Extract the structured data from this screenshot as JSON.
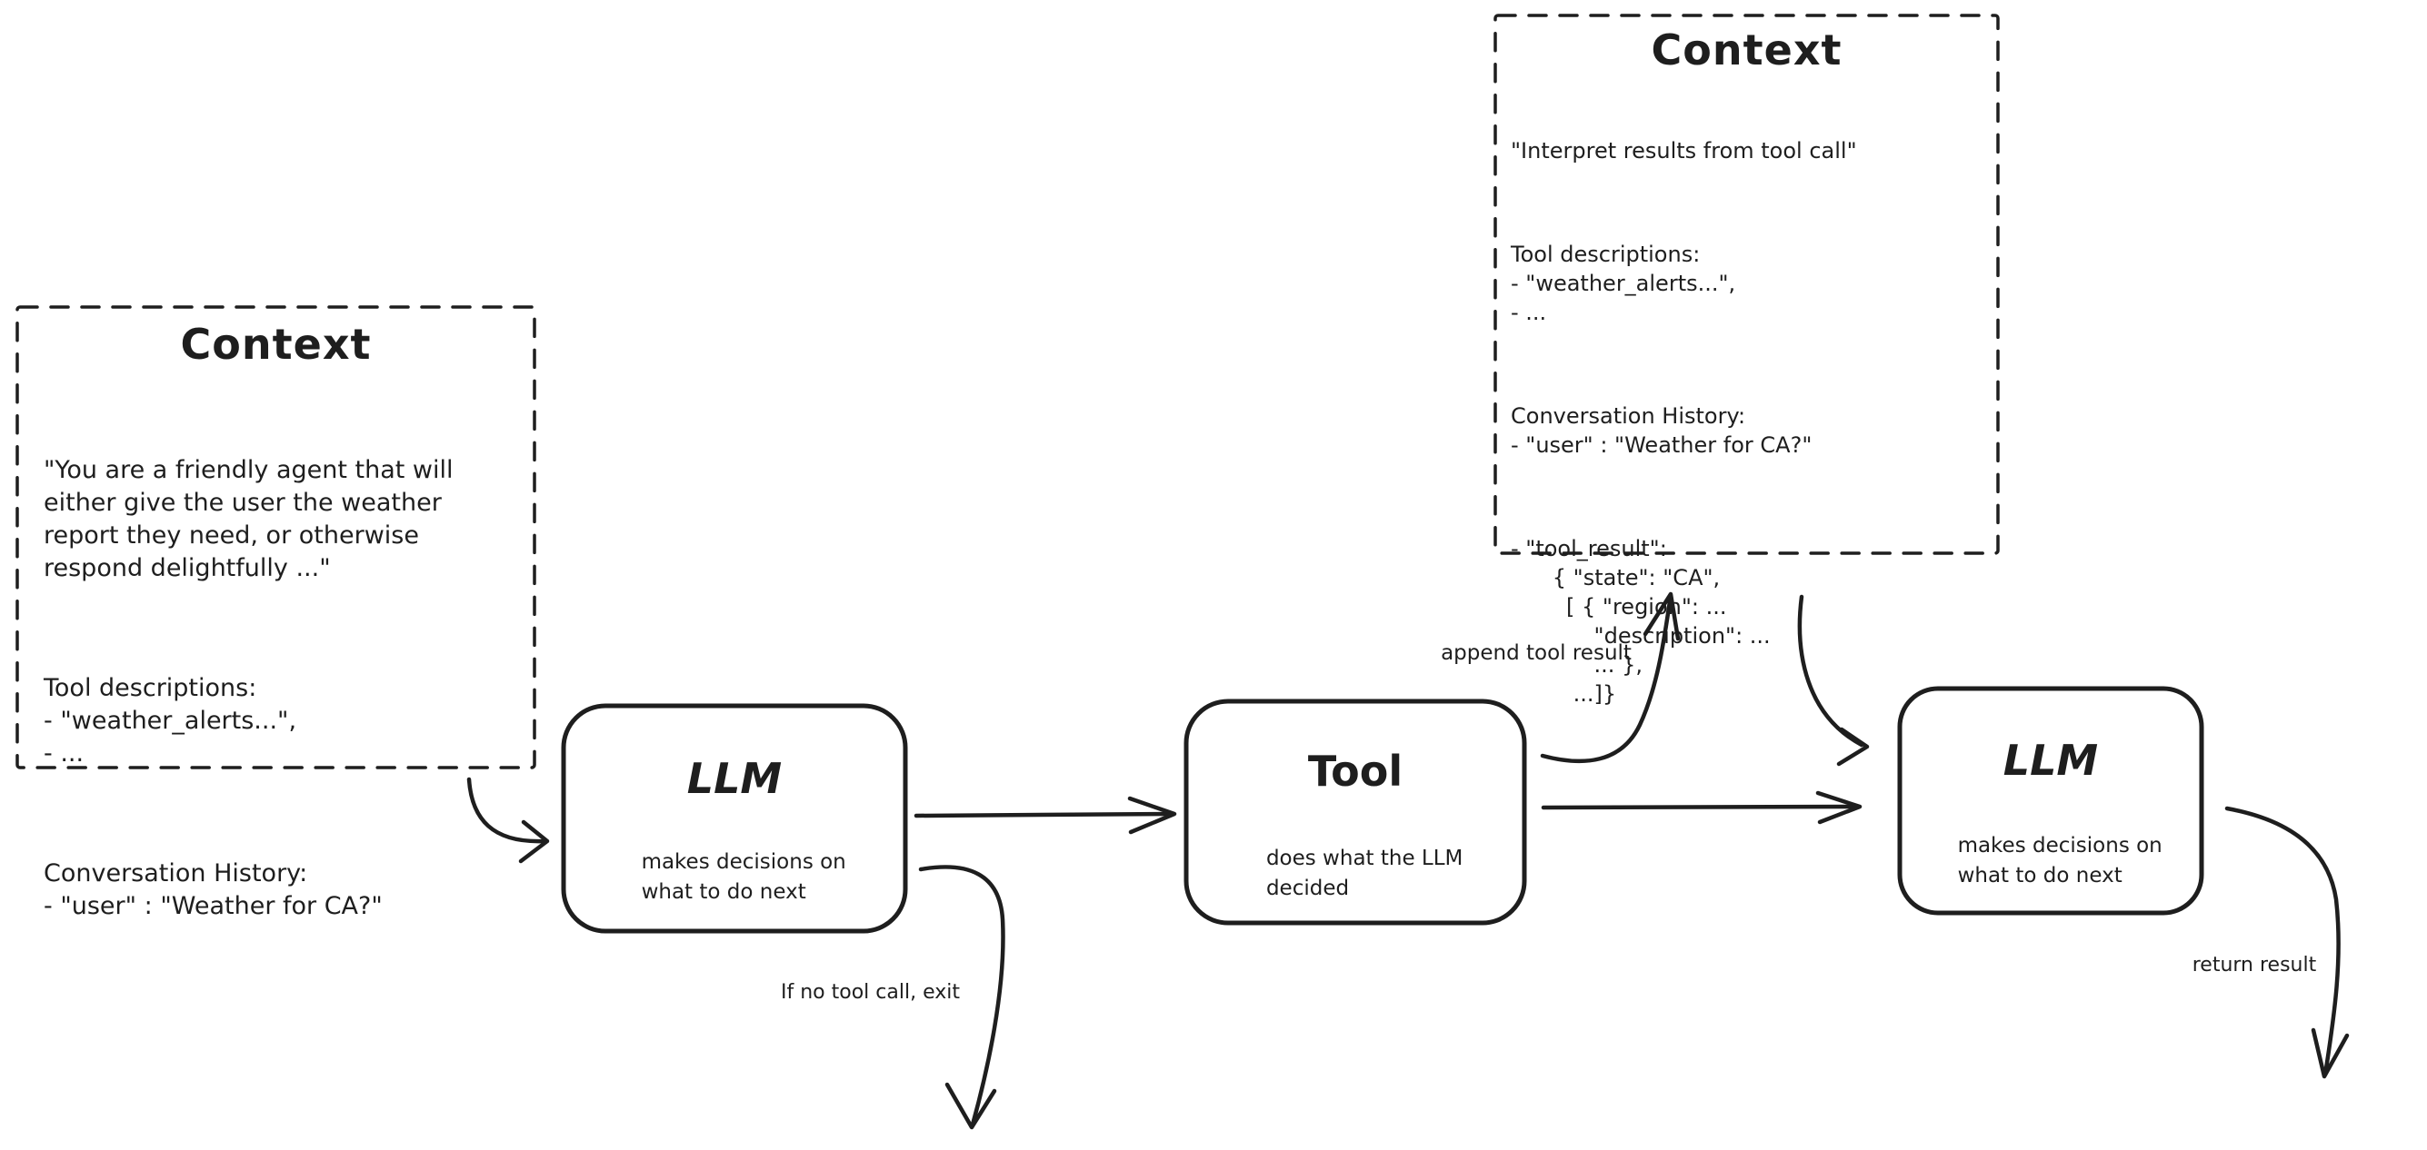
{
  "colors": {
    "ink": "#1e1e1e",
    "background": "#ffffff"
  },
  "context_left": {
    "title": "Context",
    "system_prompt": "\"You are a friendly agent that will\neither give the user the weather\nreport they need, or otherwise\nrespond delightfully ...\"",
    "tool_descriptions_heading": "Tool descriptions:",
    "tool_descriptions_items": "- \"weather_alerts...\",\n- ...",
    "conversation_heading": "Conversation History:",
    "conversation_items": "- \"user\" : \"Weather for CA?\""
  },
  "context_top": {
    "title": "Context",
    "instruction": "\"Interpret results from tool call\"",
    "tool_descriptions_heading": "Tool descriptions:",
    "tool_descriptions_items": "- \"weather_alerts...\",\n- ...",
    "conversation_heading": "Conversation History:",
    "conversation_items": "- \"user\" : \"Weather for CA?\"",
    "tool_result_block": "- \"tool_result\":\n      { \"state\": \"CA\",\n        [ { \"region\": ...\n            \"description\": ...\n            ... },\n         ...]}"
  },
  "nodes": {
    "llm_first": {
      "title": "LLM",
      "subtitle": "makes decisions on\nwhat to do next"
    },
    "tool": {
      "title": "Tool",
      "subtitle": "does what the LLM\ndecided"
    },
    "llm_second": {
      "title": "LLM",
      "subtitle": "makes decisions on\nwhat to do next"
    }
  },
  "edge_labels": {
    "append_tool_result": "append tool result",
    "if_no_tool_call_exit": "If no tool call, exit",
    "return_result": "return result"
  }
}
